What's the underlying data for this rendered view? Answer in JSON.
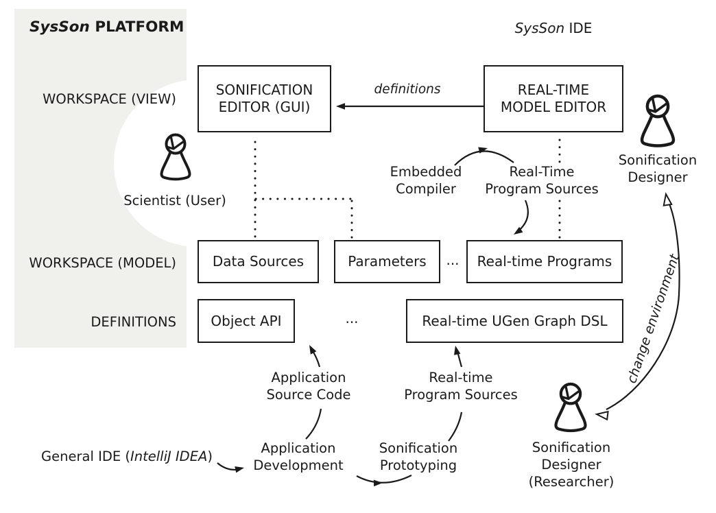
{
  "platform": {
    "brand": "SysSon",
    "rest": " PLATFORM"
  },
  "ide": {
    "brand": "SysSon",
    "rest": " IDE"
  },
  "row_labels": {
    "view": "WORKSPACE (VIEW)",
    "model": "WORKSPACE (MODEL)",
    "definitions": "DEFINITIONS"
  },
  "boxes": {
    "sonification_editor": {
      "lines": [
        "SONIFICATION",
        "EDITOR (GUI)"
      ]
    },
    "model_editor": {
      "lines": [
        "REAL-TIME",
        "MODEL EDITOR"
      ]
    },
    "data_sources": {
      "label": "Data Sources"
    },
    "parameters": {
      "label": "Parameters"
    },
    "realtime_programs": {
      "label": "Real-time Programs"
    },
    "object_api": {
      "label": "Object API"
    },
    "ugen_dsl": {
      "label": "Real-time UGen Graph DSL"
    }
  },
  "ellipsis": {
    "model_row": "...",
    "definitions_row": "..."
  },
  "actors": {
    "scientist": {
      "label": "Scientist (User)"
    },
    "designer_top": {
      "lines": [
        "Sonification",
        "Designer"
      ]
    },
    "designer_bottom": {
      "lines": [
        "Sonification",
        "Designer",
        "(Researcher)"
      ]
    }
  },
  "annotations": {
    "definitions_flow": "definitions",
    "embedded_compiler": [
      "Embedded",
      "Compiler"
    ],
    "rt_program_sources_top": [
      "Real-Time",
      "Program Sources"
    ],
    "app_source_code": [
      "Application",
      "Source Code"
    ],
    "rt_program_sources_bottom": [
      "Real-time",
      "Program Sources"
    ],
    "general_ide": {
      "prefix": "General IDE (",
      "italic": "IntelliJ IDEA",
      "suffix": ")"
    },
    "app_development": [
      "Application",
      "Development"
    ],
    "sonification_prototyping": [
      "Sonification",
      "Prototyping"
    ],
    "change_environment": "change environment"
  },
  "colors": {
    "panel": "#f0f0ed",
    "ink": "#1a1a1a",
    "background": "#ffffff"
  }
}
